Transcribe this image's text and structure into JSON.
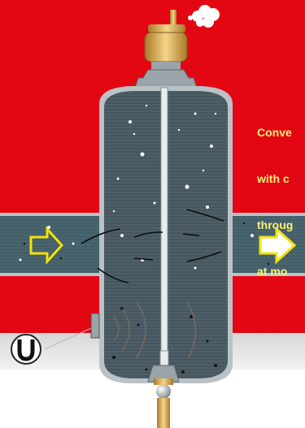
{
  "caption": {
    "lines": [
      "Conve",
      "with c",
      "throug",
      "at mo"
    ]
  },
  "colors": {
    "background": "#e30613",
    "vessel_body": "#3b4a52",
    "vessel_outline": "#8a9599",
    "inlet_arrow": "#f4e20c",
    "vent_brass": "#d8b25a",
    "drain_brass": "#c99a3c"
  },
  "icons": {
    "magnet": "magnet-icon",
    "vent": "air-vent-icon",
    "steam": "air-puff-icon",
    "inlet": "flow-arrow-in-icon",
    "outlet": "flow-arrow-out-icon",
    "drain": "drain-valve-icon"
  }
}
